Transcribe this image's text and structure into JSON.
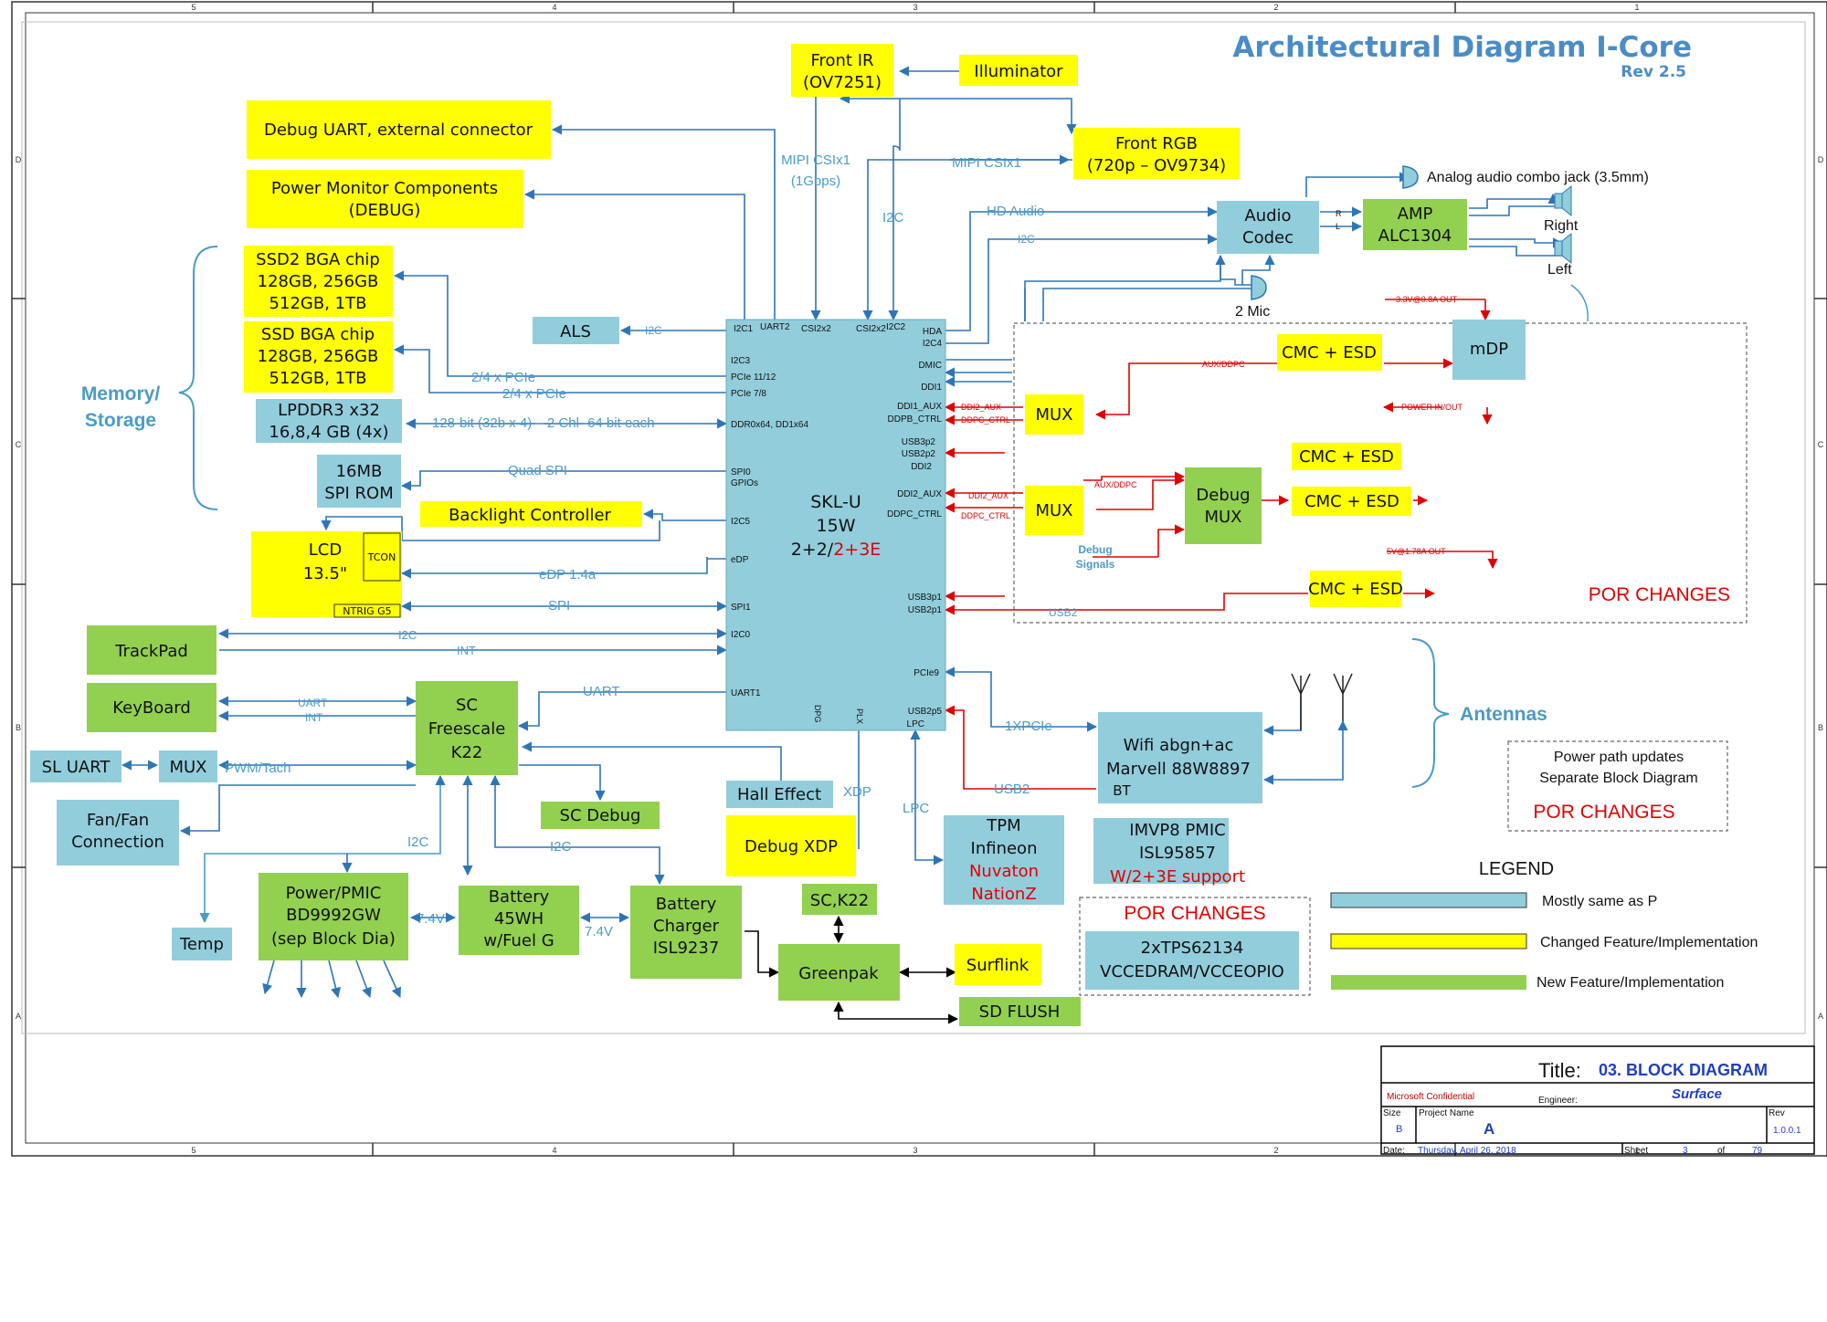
{
  "title": "Architectural Diagram I-Core",
  "rev": "Rev 2.5",
  "colors": {
    "blue_block": "#92cddc",
    "yellow_block": "#ffff00",
    "green_block": "#92d050",
    "line_blue": "#2e75b6",
    "line_red": "#e00000",
    "label_blue": "#4a9bc7",
    "title_blue": "#4a8cc6",
    "border": "#333333"
  },
  "border": {
    "col_marks_top": [
      "5",
      "4",
      "3",
      "2",
      "1"
    ],
    "col_marks_bottom": [
      "5",
      "4",
      "3",
      "2",
      "1"
    ],
    "row_marks_left": [
      "D",
      "C",
      "B",
      "A"
    ],
    "row_marks_right": [
      "D",
      "C",
      "B",
      "A"
    ]
  },
  "blocks": {
    "front_ir": [
      "Front IR",
      "(OV7251)"
    ],
    "illuminator": [
      "Illuminator"
    ],
    "front_rgb": [
      "Front RGB",
      "(720p – OV9734)"
    ],
    "debug_uart": [
      "Debug UART, external connector"
    ],
    "power_monitor": [
      "Power Monitor Components",
      "(DEBUG)"
    ],
    "ssd2": [
      "SSD2 BGA chip",
      "128GB, 256GB",
      "512GB, 1TB"
    ],
    "ssd": [
      "SSD BGA chip",
      "128GB, 256GB",
      "512GB, 1TB"
    ],
    "lpddr3": [
      "LPDDR3 x32",
      "16,8,4 GB (4x)"
    ],
    "spi_rom": [
      "16MB",
      "SPI ROM"
    ],
    "backlight": [
      "Backlight Controller"
    ],
    "lcd": [
      "LCD",
      "13.5\""
    ],
    "tcon": [
      "TCON"
    ],
    "ntrig": [
      "NTRIG G5"
    ],
    "als": [
      "ALS"
    ],
    "soc": [
      "SKL-U",
      "15W",
      "2+2/",
      "2+3E"
    ],
    "trackpad": [
      "TrackPad"
    ],
    "keyboard": [
      "KeyBoard"
    ],
    "sc": [
      "SC",
      "Freescale",
      "K22"
    ],
    "sl_uart": [
      "SL UART"
    ],
    "mux_left": [
      "MUX"
    ],
    "fan": [
      "Fan/Fan",
      "Connection"
    ],
    "temp": [
      "Temp"
    ],
    "sc_debug": [
      "SC Debug"
    ],
    "hall": [
      "Hall Effect"
    ],
    "debug_xdp": [
      "Debug XDP"
    ],
    "tpm": [
      "TPM",
      "Infineon",
      "Nuvaton",
      "NationZ"
    ],
    "power_pmic": [
      "Power/PMIC",
      "BD9992GW",
      "(sep Block Dia)"
    ],
    "battery": [
      "Battery",
      "45WH",
      "w/Fuel G"
    ],
    "charger": [
      "Battery",
      "Charger",
      "ISL9237"
    ],
    "sc_k22": [
      "SC,K22"
    ],
    "greenpak": [
      "Greenpak"
    ],
    "surflink": [
      "Surflink"
    ],
    "sd_flush": [
      "SD FLUSH"
    ],
    "wifi": [
      "Wifi     abgn+ac",
      "Marvell 88W8897",
      "BT"
    ],
    "imvp8": [
      "IMVP8 PMIC",
      "ISL95857",
      "W/2+3E support"
    ],
    "tps": [
      "2xTPS62134",
      "VCCEDRAM/VCCEOPIO"
    ],
    "audio_codec": [
      "Audio",
      "Codec"
    ],
    "amp": [
      "AMP",
      "ALC1304"
    ],
    "mdp": [
      "mDP"
    ],
    "cmc1": [
      "CMC + ESD"
    ],
    "cmc2": [
      "CMC + ESD"
    ],
    "cmc3": [
      "CMC + ESD"
    ],
    "cmc4": [
      "CMC + ESD"
    ],
    "mux1": [
      "MUX"
    ],
    "mux2": [
      "MUX"
    ],
    "debug_mux": [
      "Debug",
      "MUX"
    ]
  },
  "labels": {
    "memory_storage": [
      "Memory/",
      "Storage"
    ],
    "antennas": "Antennas",
    "mipi1": [
      "MIPI CSIx1",
      "(1Gbps)"
    ],
    "mipi2": "MIPI CSIx1",
    "i2c_cam": "I2C",
    "hd_audio": "HD Audio",
    "i2c_audio": "I2C",
    "analog_jack": "Analog audio combo jack (3.5mm)",
    "right": "Right",
    "left": "Left",
    "mic": "2 Mic",
    "r": "R",
    "l": "L",
    "pcie_24_a": "2/4 x PCIe",
    "pcie_24_b": "2/4 x PCIe",
    "ddr_bus": "128-bit (32b x 4) – 2 Chl -64 bit each",
    "quad_spi": "Quad SPI",
    "edp": "eDP 1.4a",
    "spi": "SPI",
    "i2c_tp": "I2C",
    "int_tp": "INT",
    "uart_kb": "UART",
    "int_kb": "INT",
    "uart_sc": "UART",
    "pwm": "PWM/Tach",
    "i2c_pm": "I2C",
    "i2c_bat": "I2C",
    "v74a": "7.4V",
    "v74b": "7.4V",
    "xdp": "XDP",
    "lpc": "LPC",
    "x1pcie": "1XPCIe",
    "usb2_wifi": "USB2",
    "i2c_als": "I2C",
    "aux_ddpc": "AUX/DDPC",
    "aux_ddpc2": "AUX/DDPC",
    "v33": "3.3V@0.8A OUT",
    "power_in_out": "POWER IN/OUT",
    "v5": "5V@1.78A OUT",
    "usb2_cmc": "USB2",
    "debug_signals": [
      "Debug",
      "Signals"
    ],
    "por_changes_main": "POR CHANGES",
    "power_path": [
      "Power path updates",
      "Separate Block Diagram"
    ],
    "por_changes_box": "POR CHANGES",
    "por_changes_tps": "POR CHANGES",
    "ddi2_aux_s": "DDI2_AUX",
    "ddpc_ctrl_s": "DDPC_CTRL",
    "ddi2_aux_s2": "DDI2_AUX",
    "ddpc_ctrl_s2": "DDPC_CTRL"
  },
  "soc_pins": {
    "top": [
      "I2C1",
      "UART2",
      "CSI2x2",
      "CSI2x2",
      "I2C2"
    ],
    "left": [
      "I2C3",
      "PCIe 11/12",
      "PCIe 7/8",
      "DDR0x64, DD1x64",
      "SPI0",
      "GPIOs",
      "I2C5",
      "eDP",
      "SPI1",
      "I2C0",
      "UART1"
    ],
    "right": [
      "HDA",
      "I2C4",
      "DMIC",
      "DDI1",
      "DDI1_AUX",
      "DDPB_CTRL",
      "USB3p2",
      "USB2p2",
      "DDI2",
      "DDI2_AUX",
      "DDPC_CTRL",
      "USB3p1",
      "USB2p1",
      "PCIe9",
      "USB2p5",
      "LPC"
    ],
    "bottom": [
      "DPG",
      "PLX"
    ]
  },
  "legend": {
    "title": "LEGEND",
    "items": [
      {
        "label": "Mostly same as P",
        "color": "#92cddc"
      },
      {
        "label": "Changed Feature/Implementation",
        "color": "#ffff00"
      },
      {
        "label": "New Feature/Implementation",
        "color": "#92d050"
      }
    ]
  },
  "title_block": {
    "title_label": "Title:",
    "title_value": "03.  BLOCK DIAGRAM",
    "confidential": "Microsoft Confidential",
    "engineer_label": "Engineer:",
    "engineer_value": "Surface",
    "size_label": "Size",
    "size_value": "B",
    "project_label": "Project Name",
    "project_value": "A",
    "rev_label": "Rev",
    "rev_value": "1.0.0.1",
    "date_label": "Date:",
    "date_value": "Thursday, April 26, 2018",
    "sheet_label": "Sheet",
    "sheet_value": "3",
    "of_label": "of",
    "of_value": "79"
  }
}
